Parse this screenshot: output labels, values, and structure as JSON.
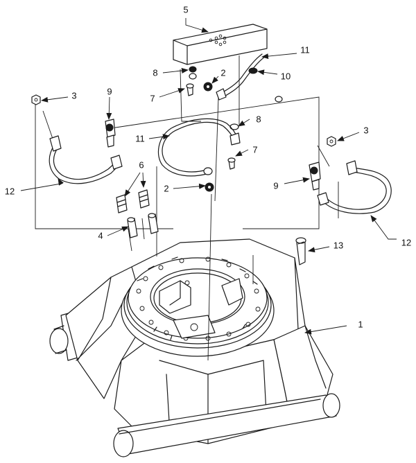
{
  "callouts": [
    {
      "id": "c1",
      "text": "1"
    },
    {
      "id": "c2a",
      "text": "2"
    },
    {
      "id": "c2b",
      "text": "2"
    },
    {
      "id": "c3a",
      "text": "3"
    },
    {
      "id": "c3b",
      "text": "3"
    },
    {
      "id": "c4",
      "text": "4"
    },
    {
      "id": "c5",
      "text": "5"
    },
    {
      "id": "c6",
      "text": "6"
    },
    {
      "id": "c7a",
      "text": "7"
    },
    {
      "id": "c7b",
      "text": "7"
    },
    {
      "id": "c8a",
      "text": "8"
    },
    {
      "id": "c8b",
      "text": "8"
    },
    {
      "id": "c9a",
      "text": "9"
    },
    {
      "id": "c9b",
      "text": "9"
    },
    {
      "id": "c10",
      "text": "10"
    },
    {
      "id": "c11a",
      "text": "11"
    },
    {
      "id": "c11b",
      "text": "11"
    },
    {
      "id": "c12a",
      "text": "12"
    },
    {
      "id": "c12b",
      "text": "12"
    },
    {
      "id": "c13",
      "text": "13"
    }
  ]
}
